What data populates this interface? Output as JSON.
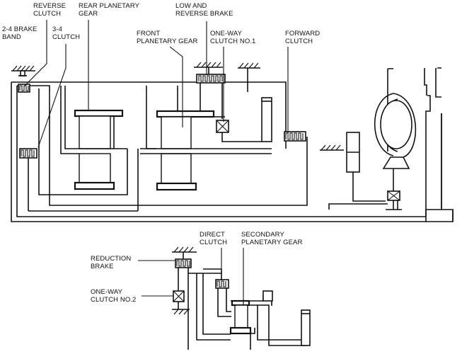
{
  "labels": {
    "reverse_clutch_1": "REVERSE",
    "reverse_clutch_2": "CLUTCH",
    "rear_planetary_1": "REAR PLANETARY",
    "rear_planetary_2": "GEAR",
    "low_reverse_1": "LOW AND",
    "low_reverse_2": "REVERSE BRAKE",
    "brake_band_1": "2-4 BRAKE",
    "brake_band_2": "BAND",
    "clutch_34_1": "3-4",
    "clutch_34_2": "CLUTCH",
    "front_planetary_1": "FRONT",
    "front_planetary_2": "PLANETARY GEAR",
    "oneway_1_1": "ONE-WAY",
    "oneway_1_2": "CLUTCH NO.1",
    "forward_1": "FORWARD",
    "forward_2": "CLUTCH",
    "direct_1": "DIRECT",
    "direct_2": "CLUTCH",
    "secondary_1": "SECONDARY",
    "secondary_2": "PLANETARY GEAR",
    "reduction_1": "REDUCTION",
    "reduction_2": "BRAKE",
    "oneway_2_1": "ONE-WAY",
    "oneway_2_2": "CLUTCH NO.2"
  },
  "colors": {
    "line": "#111111",
    "background": "#ffffff"
  }
}
